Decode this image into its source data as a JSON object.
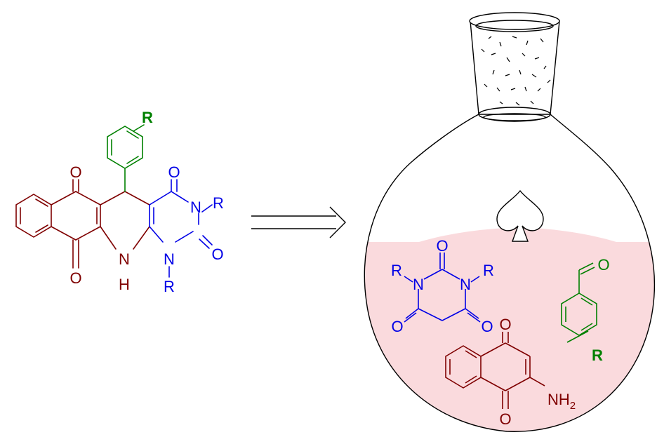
{
  "colors": {
    "naphtho": "#7f0000",
    "aryl": "#008000",
    "pyrimidine": "#0000e6",
    "line": "#000000",
    "liquid": "#fadadd"
  },
  "product": {
    "labels": {
      "r_aryl": "R",
      "o_top": "O",
      "o_bottom": "O",
      "o_c4": "O",
      "o_c2": "O",
      "n_ring": "N",
      "n_ring_r": "R",
      "n_lower": "N",
      "n_lower_r": "R",
      "nh_n": "N",
      "nh_h": "H"
    }
  },
  "arrow": {
    "type": "retrosynthetic-arrow"
  },
  "flask": {
    "symbol_icon": "spade-icon",
    "barbiturate": {
      "o_top": "O",
      "n_left": "N",
      "r_left": "R",
      "n_right": "N",
      "r_right": "R",
      "o_left": "O",
      "o_right": "O"
    },
    "benzaldehyde": {
      "o": "O",
      "r": "R"
    },
    "aminonaphthoquinone": {
      "o_top": "O",
      "o_bottom": "O",
      "nh2": "NH",
      "nh2_sub": "2"
    }
  }
}
